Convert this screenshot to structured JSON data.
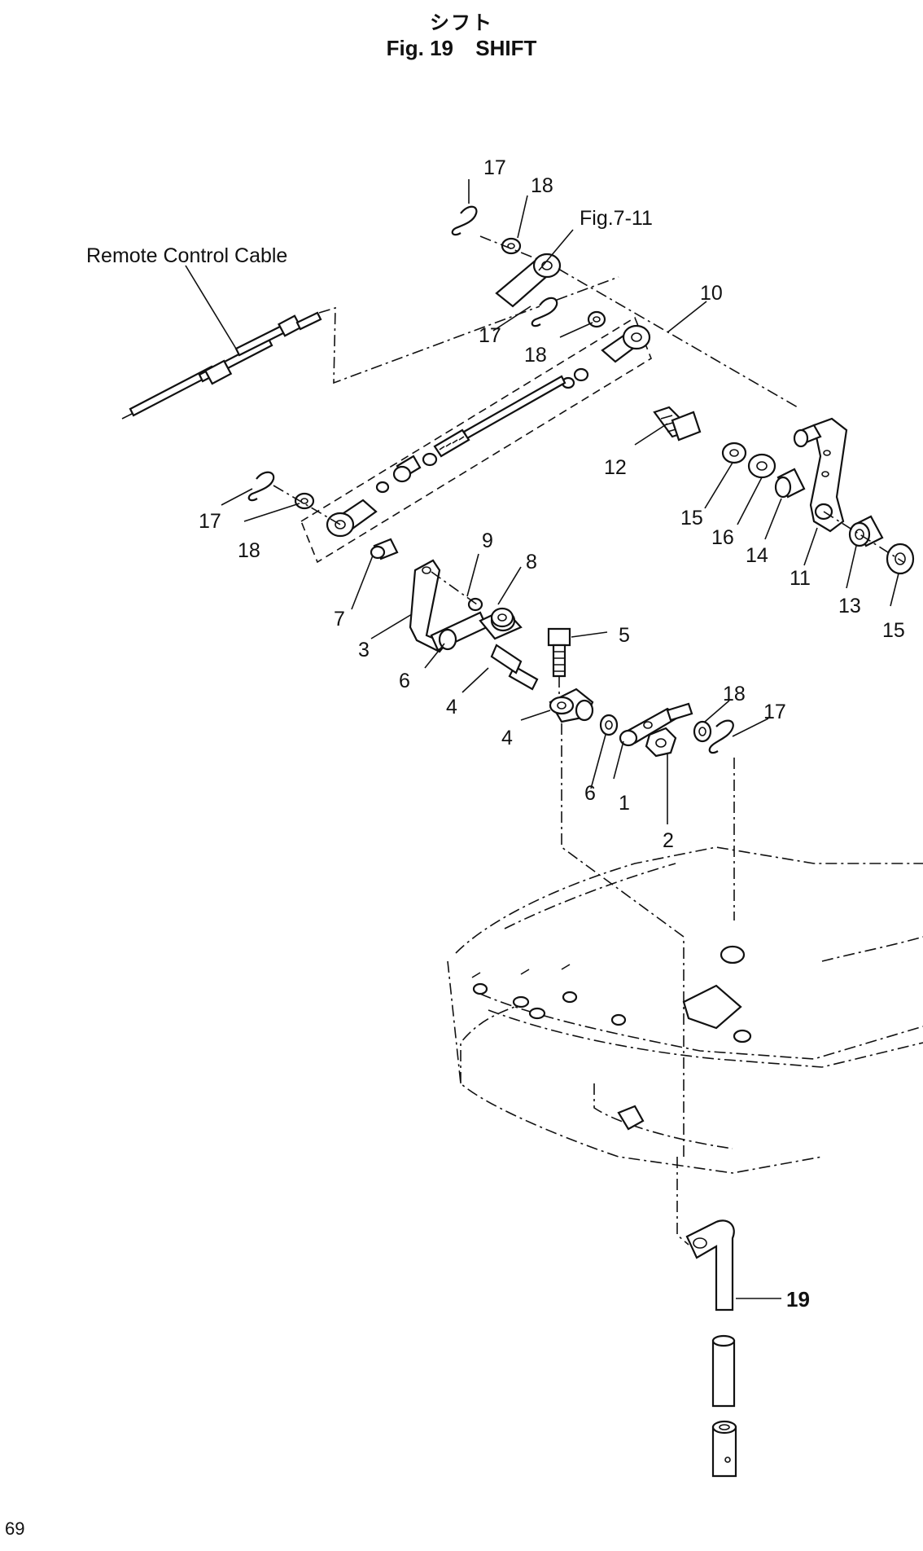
{
  "header": {
    "title_jp": "シフト",
    "fig_label": "Fig. 19",
    "fig_title": "SHIFT"
  },
  "labels": {
    "remote_cable": "Remote Control Cable",
    "fig_ref": "Fig.7-11",
    "p1": "1",
    "p2": "2",
    "p3": "3",
    "p4a": "4",
    "p4b": "4",
    "p5": "5",
    "p6a": "6",
    "p6b": "6",
    "p7": "7",
    "p8": "8",
    "p9": "9",
    "p10": "10",
    "p11": "11",
    "p12": "12",
    "p13": "13",
    "p14": "14",
    "p15a": "15",
    "p15b": "15",
    "p16": "16",
    "p17a": "17",
    "p17b": "17",
    "p17c": "17",
    "p17d": "17",
    "p18a": "18",
    "p18b": "18",
    "p18c": "18",
    "p18d": "18",
    "p19": "19"
  },
  "footer": {
    "page_number": "69"
  }
}
